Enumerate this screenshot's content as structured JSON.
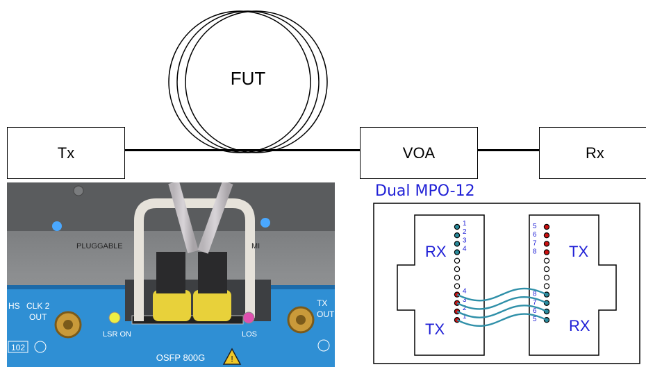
{
  "top_diagram": {
    "tx_label": "Tx",
    "fut_label": "FUT",
    "voa_label": "VOA",
    "rx_label": "Rx"
  },
  "photo": {
    "panel_label": "PLUGGABLE",
    "panel_label_tail": "MI",
    "hs_label": "HS",
    "clk_label": "CLK 2",
    "out_label": "OUT",
    "port_number": "102",
    "lsr_on_label": "LSR ON",
    "los_label": "LOS",
    "module_label": "OSFP 800G",
    "tx_out_label_1": "TX",
    "tx_out_label_2": "OUT"
  },
  "mpo": {
    "title": "Dual MPO-12",
    "left_rx": "RX",
    "left_tx": "TX",
    "right_tx": "TX",
    "right_rx": "RX",
    "left_top_numbers": [
      "1",
      "2",
      "3",
      "4"
    ],
    "left_bottom_numbers": [
      "4",
      "3",
      "2",
      "1"
    ],
    "right_top_numbers": [
      "5",
      "6",
      "7",
      "8"
    ],
    "right_bottom_numbers": [
      "8",
      "7",
      "6",
      "5"
    ],
    "colors": {
      "title": "#1f1fd6",
      "rx_fiber": "#2a8a9a",
      "tx_fiber": "#cc1111",
      "cable": "#2e8fa8"
    }
  }
}
